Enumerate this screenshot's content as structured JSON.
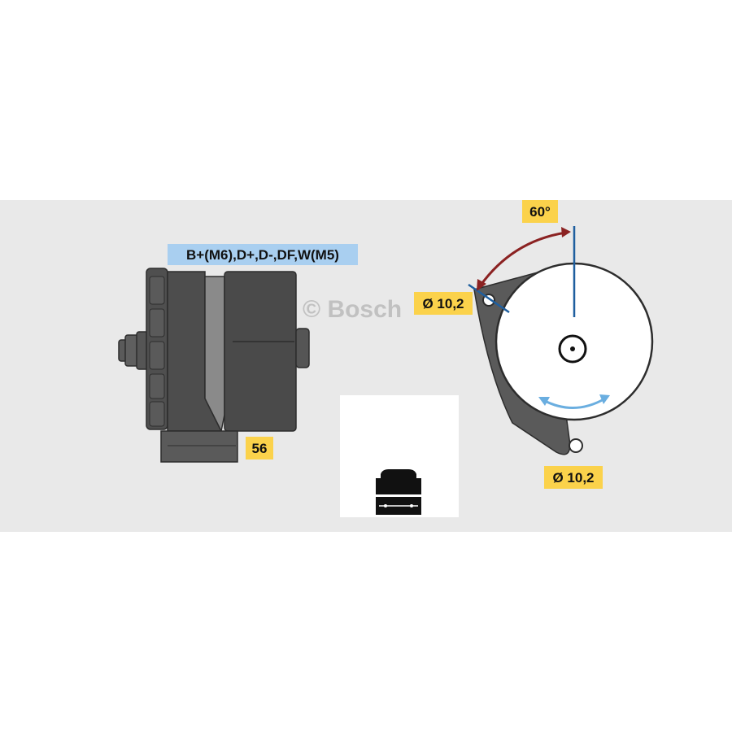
{
  "labels": {
    "terminals": "B+(M6),D+,D-,DF,W(M5)",
    "length": "56",
    "angle": "60°",
    "hole_top": "Ø 10,2",
    "hole_bottom": "Ø 10,2"
  },
  "watermark": "© Bosch",
  "colors": {
    "background_band": "#e9e9e9",
    "label_yellow": "#fbd24b",
    "label_blue": "#a9cff0",
    "part_dark": "#4d4d4d",
    "part_outline": "#333333",
    "angle_arrow": "#8b2222",
    "rotation_arrow": "#6aaee0",
    "axis_line": "#1f5f9f"
  },
  "icons": [
    "alternator-side-view",
    "alternator-front-view",
    "connector-plug-icon",
    "rotation-arrow-icon",
    "angle-arrow-icon"
  ]
}
